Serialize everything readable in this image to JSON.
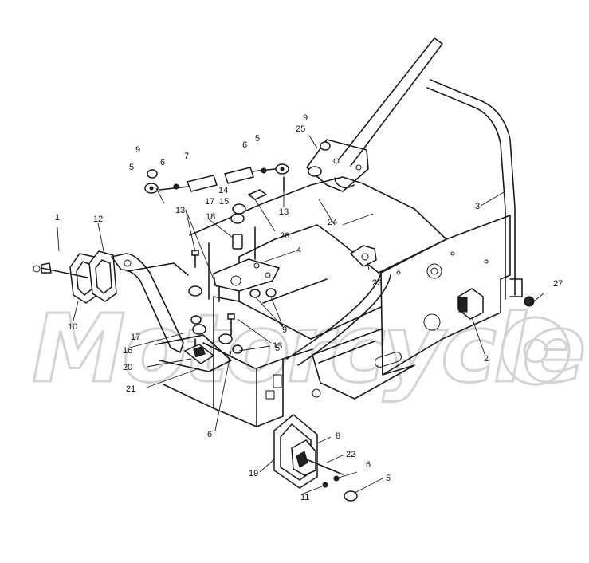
{
  "watermark": {
    "text": "Motorcycle"
  },
  "callouts": {
    "c1": "1",
    "c2": "2",
    "c3": "3",
    "c4": "4",
    "c5a": "5",
    "c5b": "5",
    "c5c": "5",
    "c5d": "5",
    "c6a": "6",
    "c6b": "6",
    "c6c": "6",
    "c6d": "6",
    "c7": "7",
    "c8": "8",
    "c9a": "9",
    "c9b": "9",
    "c9c": "9",
    "c10": "10",
    "c11": "11",
    "c12": "12",
    "c13a": "13",
    "c13b": "13",
    "c13c": "13",
    "c14": "14",
    "c15": "15",
    "c16": "16",
    "c17a": "17",
    "c17b": "17",
    "c18": "18",
    "c19": "19",
    "c20": "20",
    "c21": "21",
    "c22": "22",
    "c23": "23",
    "c24": "24",
    "c25": "25",
    "c26": "26",
    "c27": "27"
  }
}
